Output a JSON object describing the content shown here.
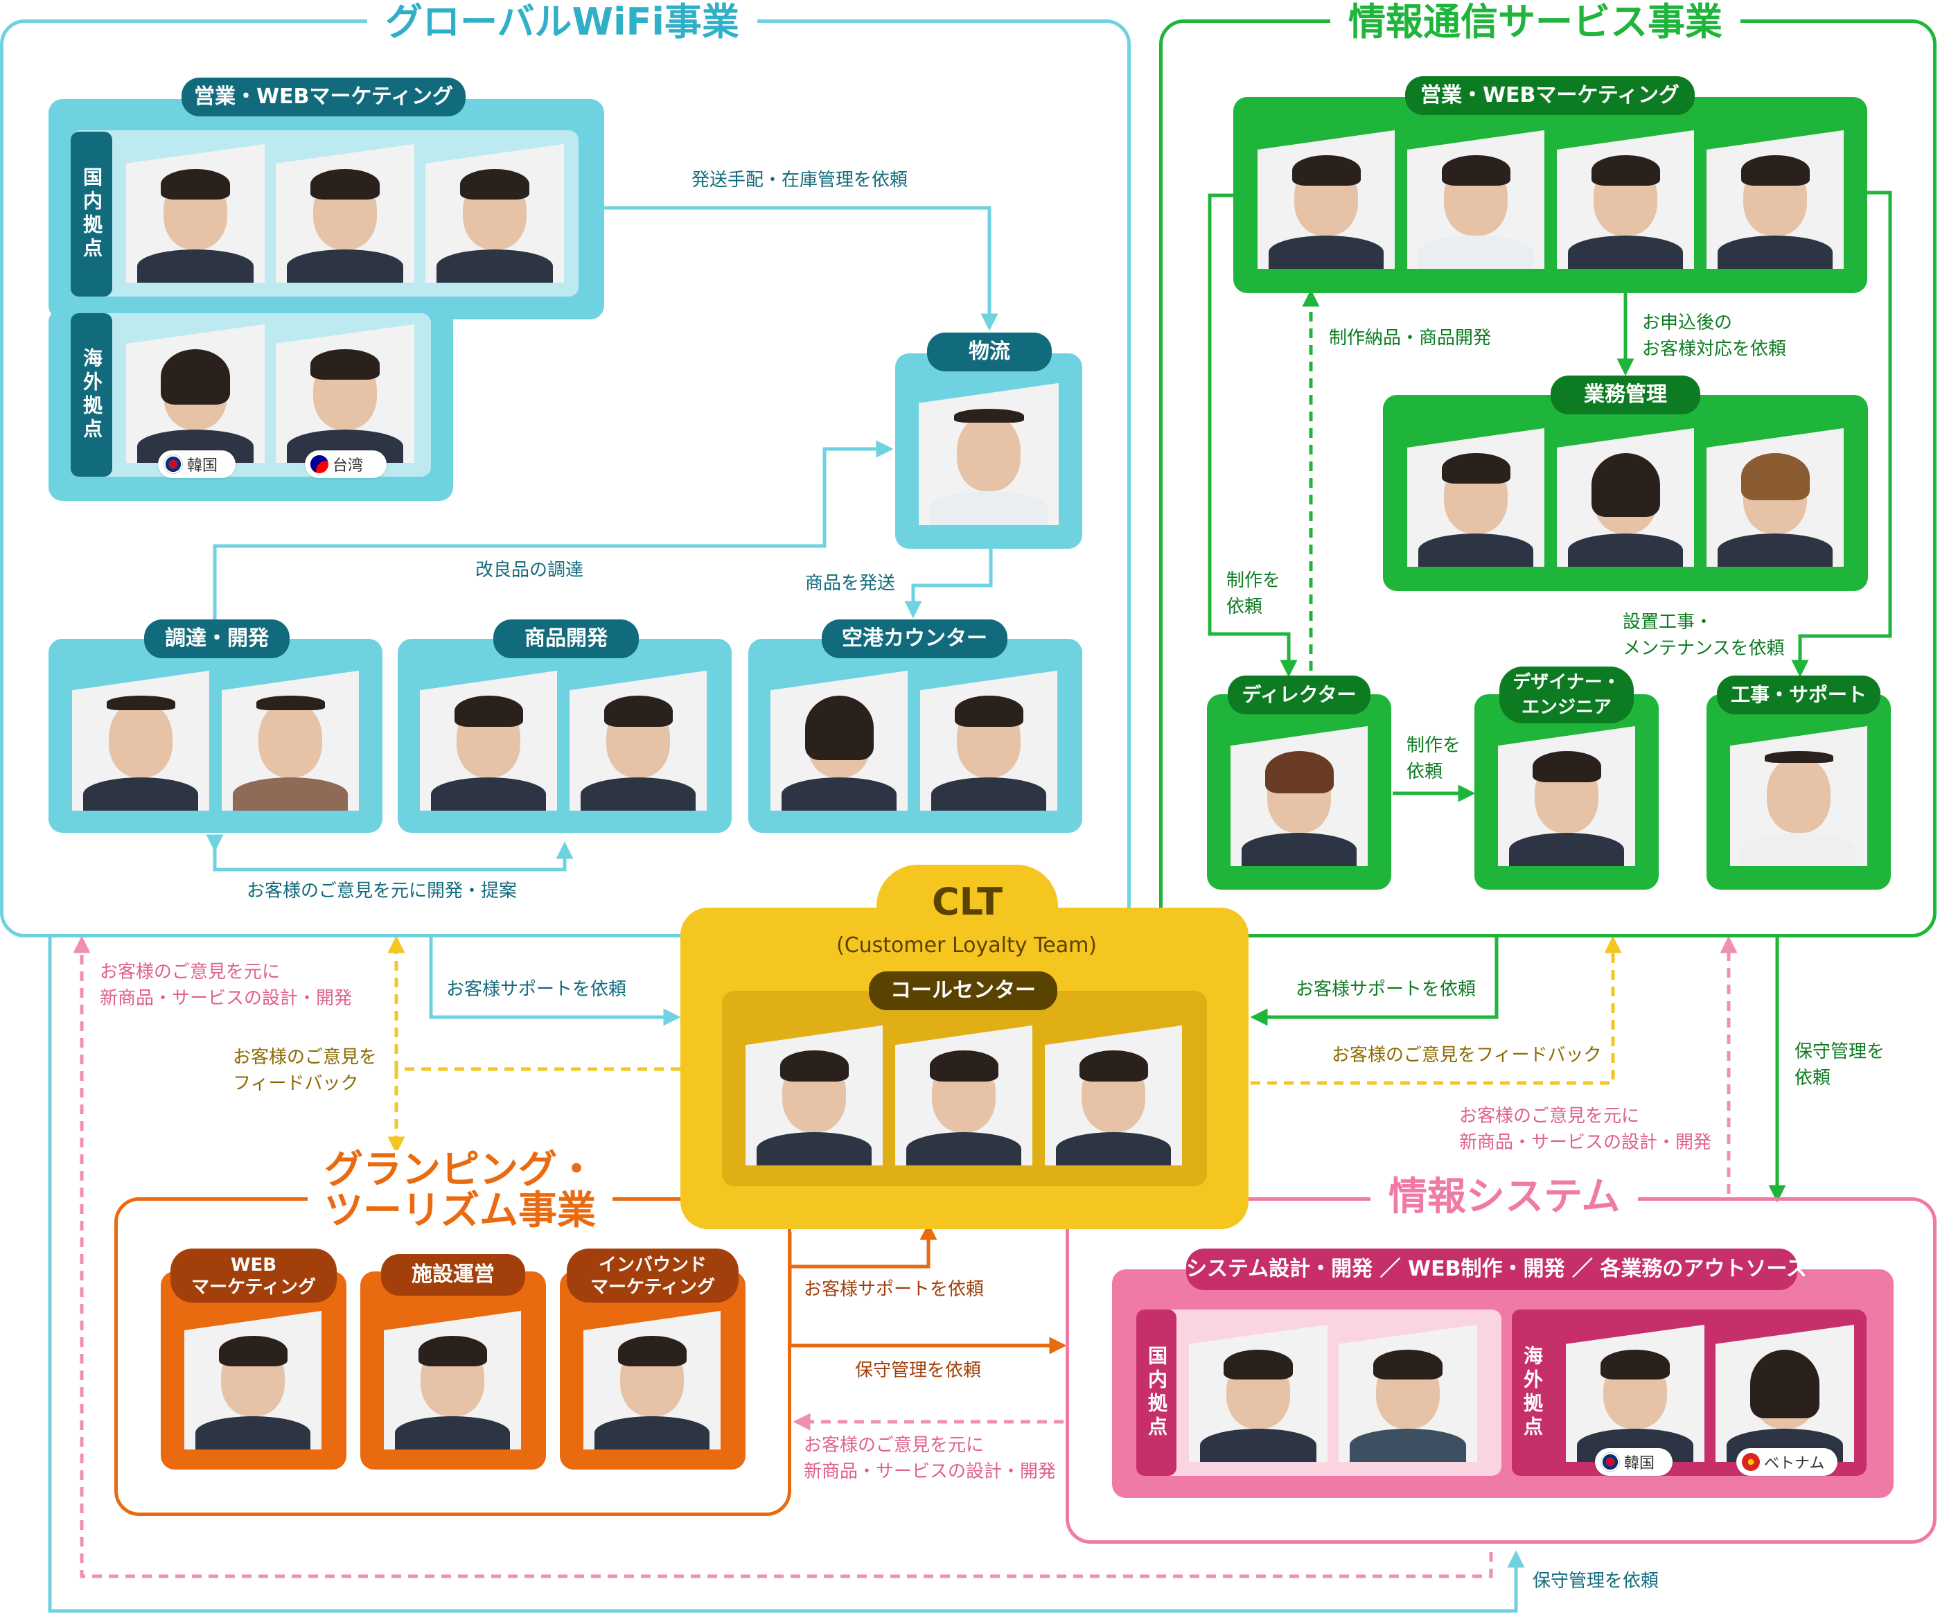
{
  "colors": {
    "wifi": "#6ed2e0",
    "wifi_dark": "#126b7d",
    "wifi_title": "#30b0c8",
    "telecom": "#1fb43a",
    "telecom_dark": "#0d7b22",
    "clt": "#f5c520",
    "clt_inner": "#e0af16",
    "clt_dark": "#5a4200",
    "glamping": "#ea6a10",
    "glamping_dark": "#a23f0a",
    "system": "#f07aa6",
    "system_dark": "#c72f6a",
    "yellow_dash": "#f5c520",
    "pink_dash": "#f08fb4"
  },
  "regions": {
    "wifi": {
      "title": "グローバルWiFi事業"
    },
    "telecom": {
      "title": "情報通信サービス事業"
    },
    "glamping": {
      "title_line1": "グランピング・",
      "title_line2": "ツーリズム事業"
    },
    "system": {
      "title": "情報システム"
    }
  },
  "clt": {
    "title": "CLT",
    "subtitle": "(Customer Loyalty Team)",
    "call_center": "コールセンター"
  },
  "units": {
    "wifi_sales": {
      "label": "営業・WEBマーケティング",
      "domestic": "国内拠点",
      "overseas": "海外拠点",
      "flag_korea": "韓国",
      "flag_taiwan": "台湾"
    },
    "logistics": {
      "label": "物流"
    },
    "procurement": {
      "label": "調達・開発"
    },
    "product_dev": {
      "label": "商品開発"
    },
    "airport": {
      "label": "空港カウンター"
    },
    "tel_sales": {
      "label": "営業・WEBマーケティング"
    },
    "business_mgmt": {
      "label": "業務管理"
    },
    "director": {
      "label": "ディレクター"
    },
    "designer": {
      "label_line1": "デザイナー・",
      "label_line2": "エンジニア"
    },
    "construction": {
      "label": "工事・サポート"
    },
    "glamp_web": {
      "label_line1": "WEB",
      "label_line2": "マーケティング"
    },
    "facility": {
      "label": "施設運営"
    },
    "inbound": {
      "label_line1": "インバウンド",
      "label_line2": "マーケティング"
    },
    "system_main": {
      "label": "システム設計・開発 ／ WEB制作・開発 ／ 各業務のアウトソース",
      "domestic": "国内拠点",
      "overseas": "海外拠点",
      "flag_korea": "韓国",
      "flag_vietnam": "ベトナム"
    }
  },
  "arrows": {
    "shipping_request": "発送手配・在庫管理を依頼",
    "improved_procure": "改良品の調達",
    "ship_product": "商品を発送",
    "dev_proposal": "お客様のご意見を元に開発・提案",
    "wifi_new_design_1": "お客様のご意見を元に",
    "wifi_new_design_2": "新商品・サービスの設計・開発",
    "wifi_support": "お客様サポートを依頼",
    "wifi_feedback_1": "お客様のご意見を",
    "wifi_feedback_2": "フィードバック",
    "production_delivery": "制作納品・商品開発",
    "application_1": "お申込後の",
    "application_2": "お客様対応を依頼",
    "production_request_1": "制作を",
    "production_request_2": "依頼",
    "install_1": "設置工事・",
    "install_2": "メンテナンスを依頼",
    "tel_support": "お客様サポートを依頼",
    "tel_feedback": "お客様のご意見をフィードバック",
    "tel_new_design_1": "お客様のご意見を元に",
    "tel_new_design_2": "新商品・サービスの設計・開発",
    "maintenance_1": "保守管理を",
    "maintenance_2": "依頼",
    "glamp_support": "お客様サポートを依頼",
    "glamp_maintenance": "保守管理を依頼",
    "glamp_new_design_1": "お客様のご意見を元に",
    "glamp_new_design_2": "新商品・サービスの設計・開発",
    "bottom_maintenance": "保守管理を依頼"
  }
}
